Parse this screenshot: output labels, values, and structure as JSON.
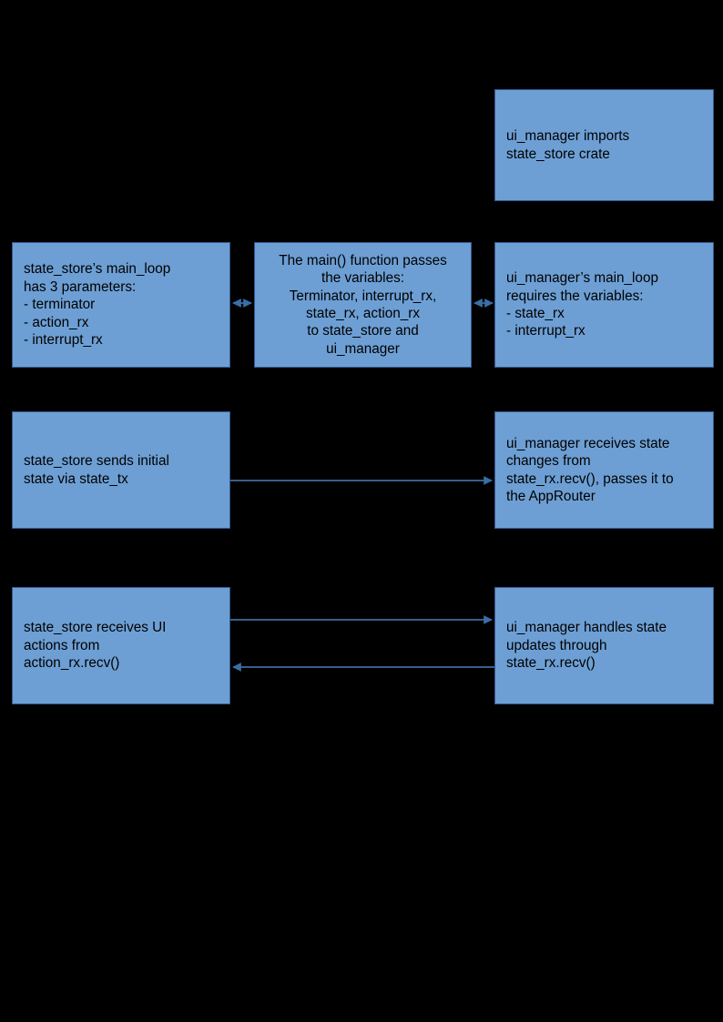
{
  "diagram": {
    "title": "state_store / ui_manager message passing diagram",
    "background_color": "#000000",
    "node_fill_color": "#6d9fd4",
    "node_border_color": "#36598f",
    "edge_color": "#4a7ebb",
    "text_color": "#000000",
    "nodes": [
      {
        "id": "ui-imports",
        "text": "ui_manager imports\nstate_store crate",
        "align": "left"
      },
      {
        "id": "state-params",
        "text": "state_store’s main_loop\nhas 3 parameters:\n- terminator\n- action_rx\n- interrupt_rx",
        "align": "left"
      },
      {
        "id": "main-passes",
        "text": "The main() function passes\nthe variables:\nTerminator, interrupt_rx,\nstate_rx, action_rx\nto state_store and\nui_manager",
        "align": "center"
      },
      {
        "id": "ui-requires",
        "text": "ui_manager’s main_loop\nrequires the variables:\n- state_rx\n- interrupt_rx",
        "align": "left"
      },
      {
        "id": "state-sends",
        "text": "state_store sends initial\nstate via state_tx",
        "align": "left"
      },
      {
        "id": "ui-receives",
        "text": "ui_manager receives state\nchanges from\nstate_rx.recv(), passes it to\nthe AppRouter",
        "align": "left"
      },
      {
        "id": "state-receives",
        "text": "state_store receives UI\nactions from\naction_rx.recv()",
        "align": "left"
      },
      {
        "id": "ui-handles",
        "text": "ui_manager handles state\nupdates through\nstate_rx.recv()",
        "align": "left"
      }
    ],
    "edges": [
      {
        "id": "edge-params-to-main",
        "from": "state-params",
        "to": "main-passes",
        "direction": "bidirectional",
        "label": ""
      },
      {
        "id": "edge-main-to-requires",
        "from": "main-passes",
        "to": "ui-requires",
        "direction": "bidirectional",
        "label": ""
      },
      {
        "id": "edge-sends-to-receives",
        "from": "state-sends",
        "to": "ui-receives",
        "direction": "forward",
        "label": ""
      },
      {
        "id": "edge-receives-to-handles",
        "from": "state-receives",
        "to": "ui-handles",
        "direction": "forward",
        "label": ""
      },
      {
        "id": "edge-handles-to-receives",
        "from": "ui-handles",
        "to": "state-receives",
        "direction": "forward",
        "label": ""
      }
    ]
  }
}
